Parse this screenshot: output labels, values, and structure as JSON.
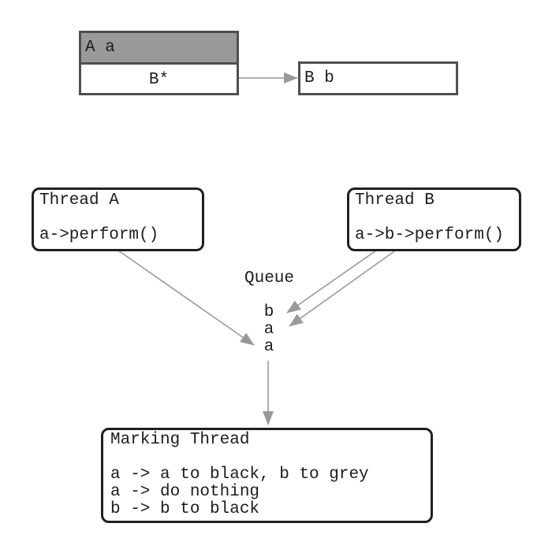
{
  "diagram": {
    "heap": {
      "object_a": {
        "header": "A a",
        "field": "B*"
      },
      "object_b": {
        "label": "B b"
      }
    },
    "thread_a": {
      "title": "Thread A",
      "code": "a->perform()"
    },
    "thread_b": {
      "title": "Thread B",
      "code": "a->b->perform()"
    },
    "queue": {
      "label": "Queue",
      "items": [
        "b",
        "a",
        "a"
      ]
    },
    "marking_thread": {
      "title": "Marking Thread",
      "rules": [
        "a -> a to black, b to grey",
        "a -> do nothing",
        "b -> b to black"
      ]
    },
    "colors": {
      "background": "#ffffff",
      "grey_fill": "#999999",
      "heap_box_border": "#4f4f4f",
      "thread_box_border": "#1f1f1f",
      "arrow": "#999999",
      "text": "#1c1c1c"
    }
  }
}
